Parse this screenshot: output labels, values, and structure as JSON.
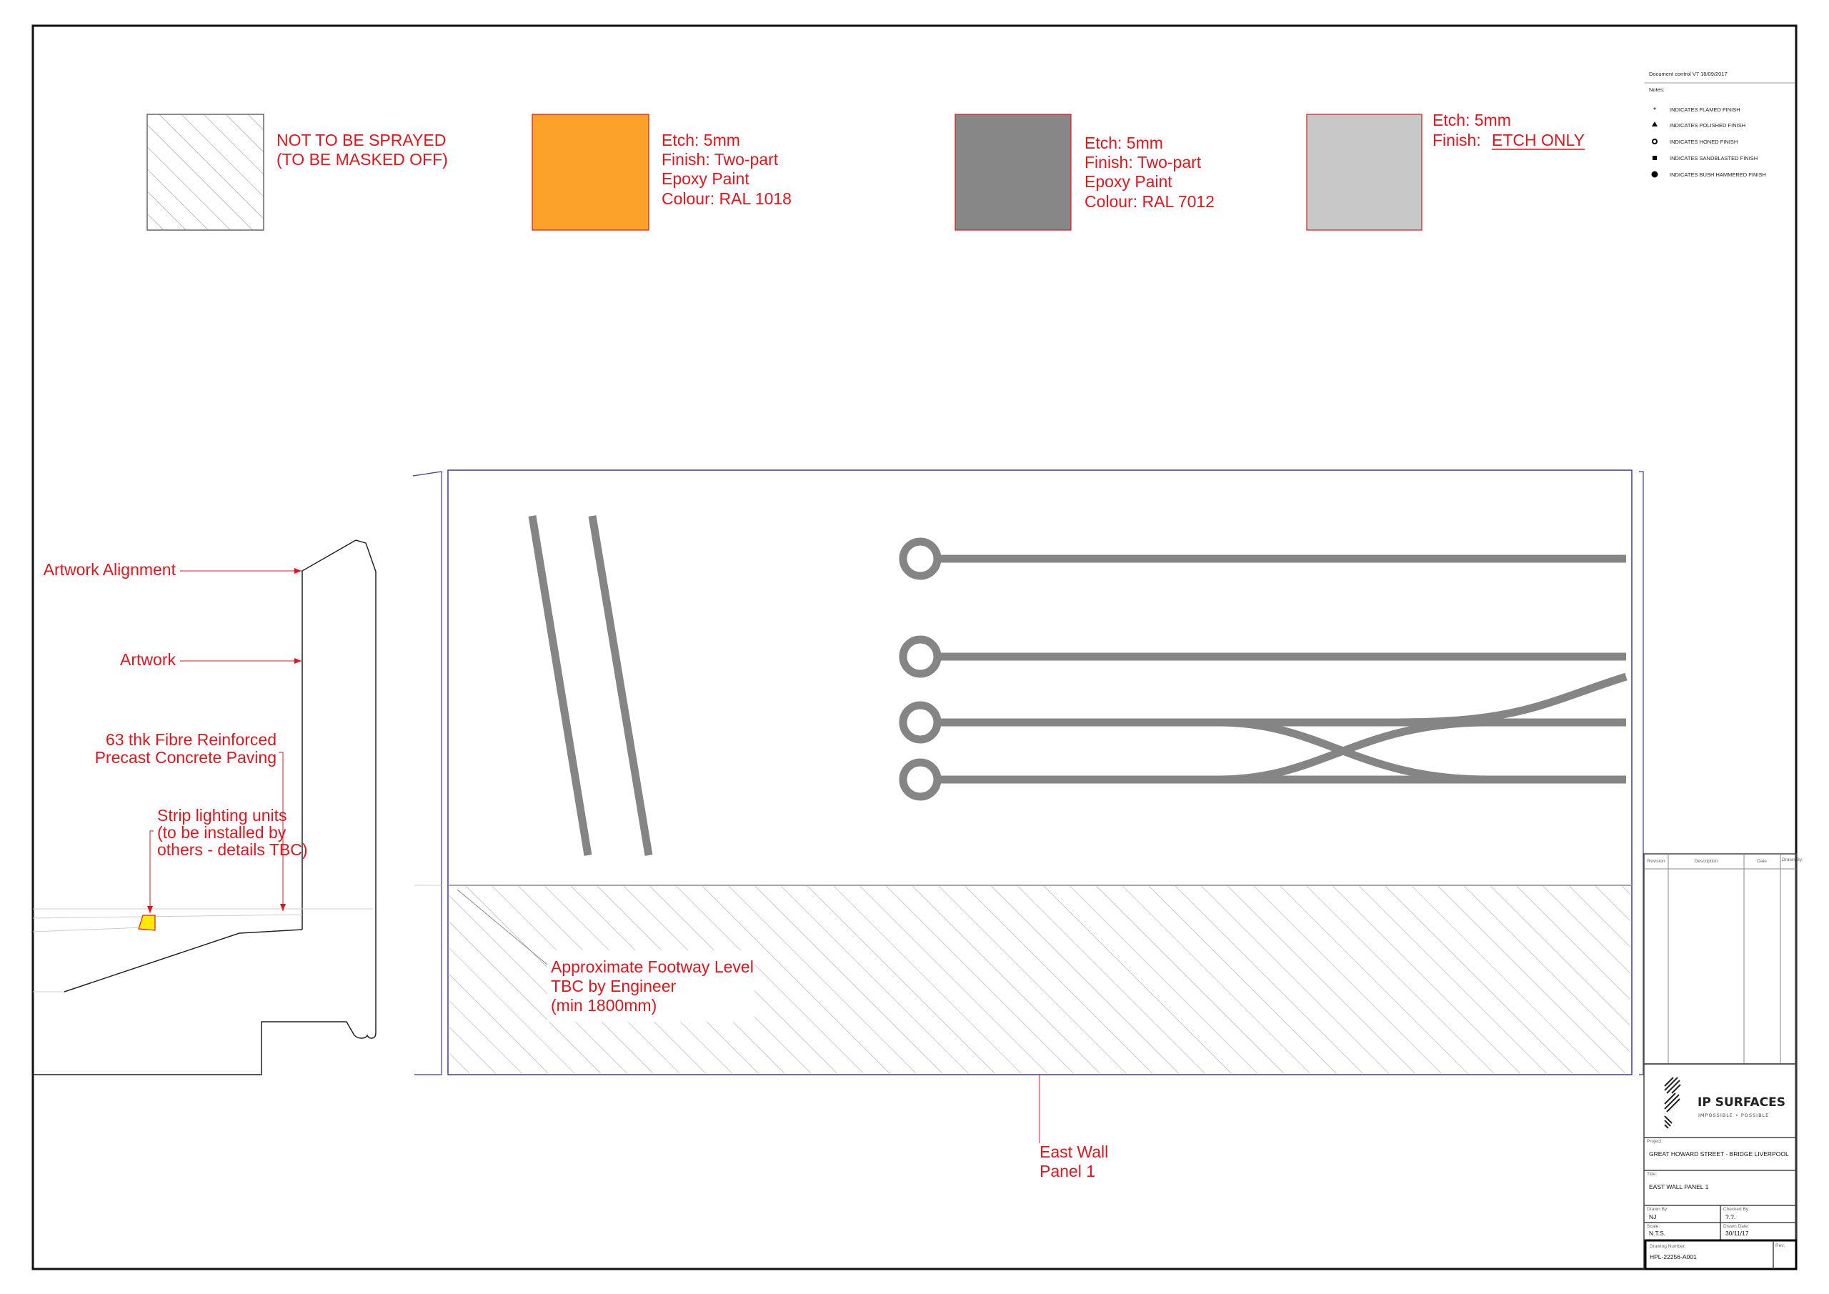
{
  "legend": [
    {
      "lines": [
        "NOT TO BE SPRAYED",
        "(TO BE MASKED OFF)"
      ],
      "swatch": "hatched"
    },
    {
      "lines": [
        "Etch:  5mm",
        "Finish:  Two-part",
        "Epoxy Paint",
        "Colour:  RAL 1018"
      ],
      "swatch": "#fca12a"
    },
    {
      "lines": [
        "Etch:  5mm",
        "Finish:  Two-part",
        "Epoxy Paint",
        "Colour:  RAL 7012"
      ],
      "swatch": "#878787"
    },
    {
      "lines": [
        "Etch:  5mm",
        "Finish:  ",
        "ETCH ONLY"
      ],
      "swatch": "#c8c8c8"
    }
  ],
  "notes": {
    "doc_control": "Document control V7 18/09/2017",
    "heading": "Notes:",
    "items": [
      {
        "icon": "star",
        "text": "INDICATES FLAMED FINISH"
      },
      {
        "icon": "triangle",
        "text": "INDICATES POLISHED FINISH"
      },
      {
        "icon": "ring",
        "text": "INDICATES HONED FINISH"
      },
      {
        "icon": "square",
        "text": "INDICATES SANDBLASTED FINISH"
      },
      {
        "icon": "dot",
        "text": "INDICATES BUSH HAMMERED FINISH"
      }
    ]
  },
  "section_labels": {
    "artwork_alignment": "Artwork Alignment",
    "artwork": "Artwork",
    "paving": [
      "63 thk Fibre Reinforced",
      "Precast Concrete Paving"
    ],
    "lighting": [
      "Strip lighting units",
      "(to be installed by",
      "others - details TBC)"
    ]
  },
  "panel": {
    "footway": [
      "Approximate Footway Level",
      "TBC by Engineer",
      "(min 1800mm)"
    ],
    "name": [
      "East Wall",
      "Panel 1"
    ]
  },
  "revision_table": {
    "headers": [
      "Revision",
      "Description",
      "Date",
      "Drawn By:"
    ]
  },
  "title_block": {
    "logo": {
      "name": "IP SURFACES",
      "tagline": "IMPOSSIBLE • POSSIBLE"
    },
    "project_label": "Project:",
    "project": "GREAT HOWARD STREET - BRIDGE LIVERPOOL",
    "title_label": "Title:",
    "title": "EAST WALL PANEL 1",
    "drawn_by_label": "Drawn By:",
    "drawn_by": "NJ",
    "checked_by_label": "Checked By:",
    "checked_by": "?.?.",
    "scale_label": "Scale:",
    "scale": "N.T.S.",
    "date_label": "Drawn Date:",
    "date": "30/11/17",
    "number_label": "Drawing Number:",
    "number": "HPL-22256-A001",
    "rev_label": "Rev:"
  }
}
